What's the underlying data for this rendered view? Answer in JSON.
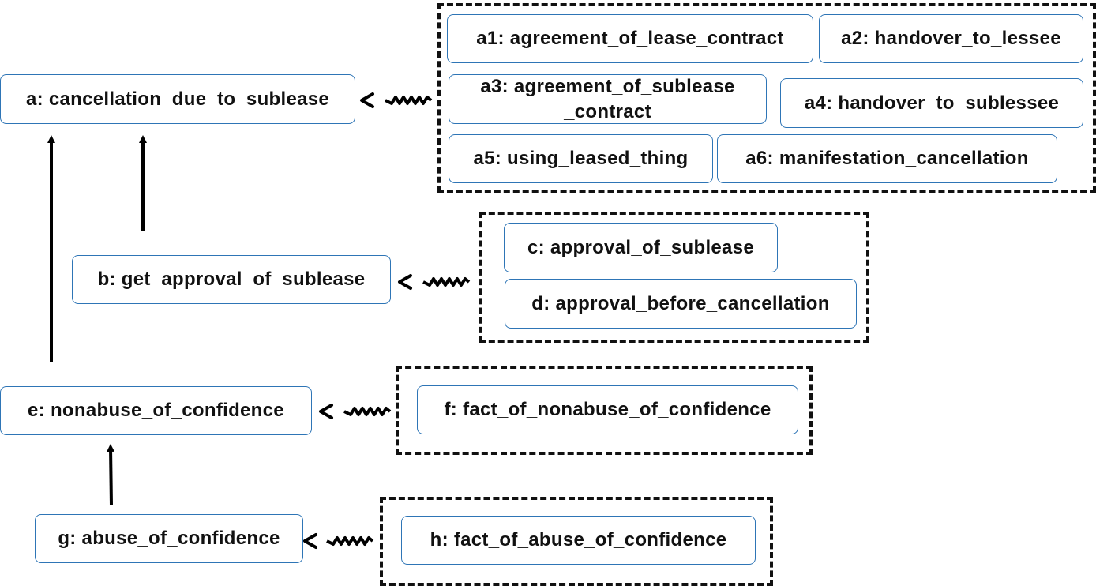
{
  "diagram": {
    "nodes": {
      "a": "a: cancellation_due_to_sublease",
      "b": "b: get_approval_of_sublease",
      "e": "e: nonabuse_of_confidence",
      "g": "g: abuse_of_confidence",
      "a1": "a1: agreement_of_lease_contract",
      "a2": "a2: handover_to_lessee",
      "a3_line1": "a3: agreement_of_sublease",
      "a3_line2": "_contract",
      "a4": "a4: handover_to_sublessee",
      "a5": "a5: using_leased_thing",
      "a6": "a6: manifestation_cancellation",
      "c": "c: approval_of_sublease",
      "d": "d: approval_before_cancellation",
      "f": "f: fact_of_nonabuse_of_confidence",
      "h": "h: fact_of_abuse_of_confidence"
    },
    "edges": [
      {
        "from": "b",
        "to": "a",
        "style": "solid-arrow"
      },
      {
        "from": "e",
        "to": "a",
        "style": "solid-arrow"
      },
      {
        "from": "g",
        "to": "e",
        "style": "solid-arrow"
      },
      {
        "from": "group-a",
        "to": "a",
        "style": "wavy-arrow"
      },
      {
        "from": "group-b",
        "to": "b",
        "style": "wavy-arrow"
      },
      {
        "from": "group-e",
        "to": "e",
        "style": "wavy-arrow"
      },
      {
        "from": "group-g",
        "to": "g",
        "style": "wavy-arrow"
      }
    ],
    "colors": {
      "node_border": "#2e75b6",
      "group_border": "#111111",
      "arrow": "#000000"
    }
  }
}
